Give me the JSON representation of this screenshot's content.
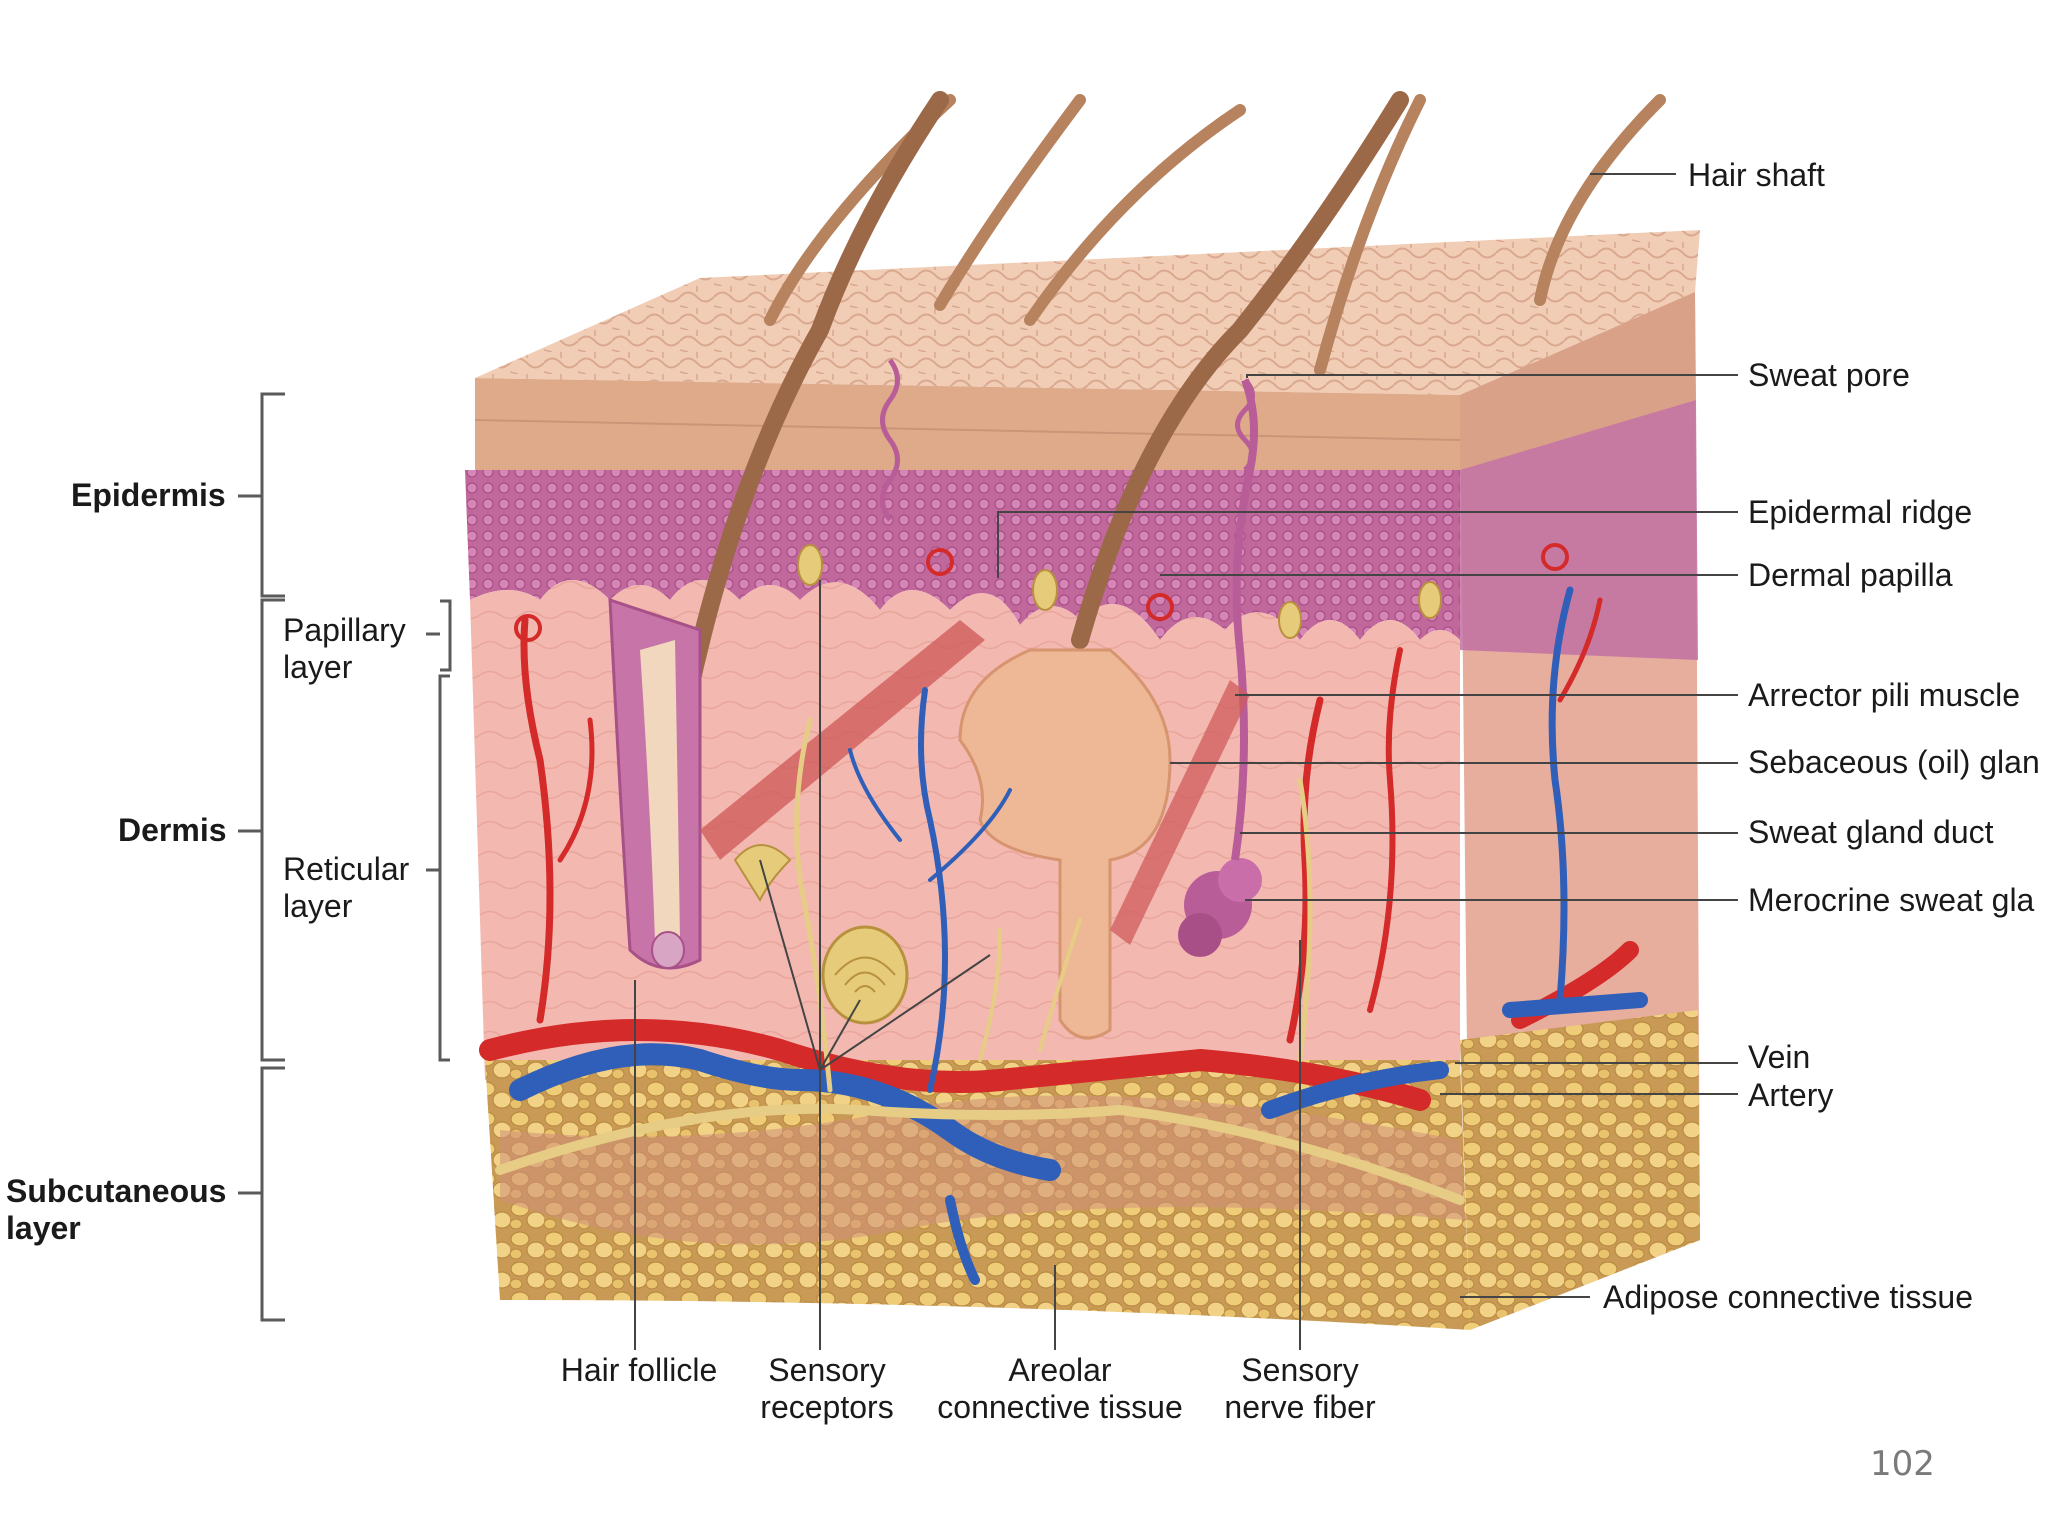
{
  "diagram": {
    "left_labels": {
      "epidermis": "Epidermis",
      "dermis": "Dermis",
      "subcutaneous": [
        "Subcutaneous",
        "layer"
      ],
      "papillary": [
        "Papillary",
        "layer"
      ],
      "reticular": [
        "Reticular",
        "layer"
      ]
    },
    "right_labels": [
      "Hair shaft",
      "Sweat pore",
      "Epidermal ridge",
      "Dermal papilla",
      "Arrector pili muscle",
      "Sebaceous (oil) glan",
      "Sweat gland duct",
      "Merocrine sweat gla",
      "Vein",
      "Artery",
      "Adipose connective tissue"
    ],
    "bottom_labels": [
      [
        "Hair follicle"
      ],
      [
        "Sensory",
        "receptors"
      ],
      [
        "Areolar",
        "connective tissue"
      ],
      [
        "Sensory",
        "nerve fiber"
      ]
    ]
  },
  "page_number": "102",
  "colors": {
    "epidermis": "#e8b89c",
    "epidermis_deep": "#c46ea0",
    "dermis": "#f2b7ae",
    "adipose": "#e9c46a",
    "artery": "#d42a2a",
    "vein": "#2f5fb8",
    "nerve": "#e8d08a",
    "hair": "#b07a55"
  }
}
